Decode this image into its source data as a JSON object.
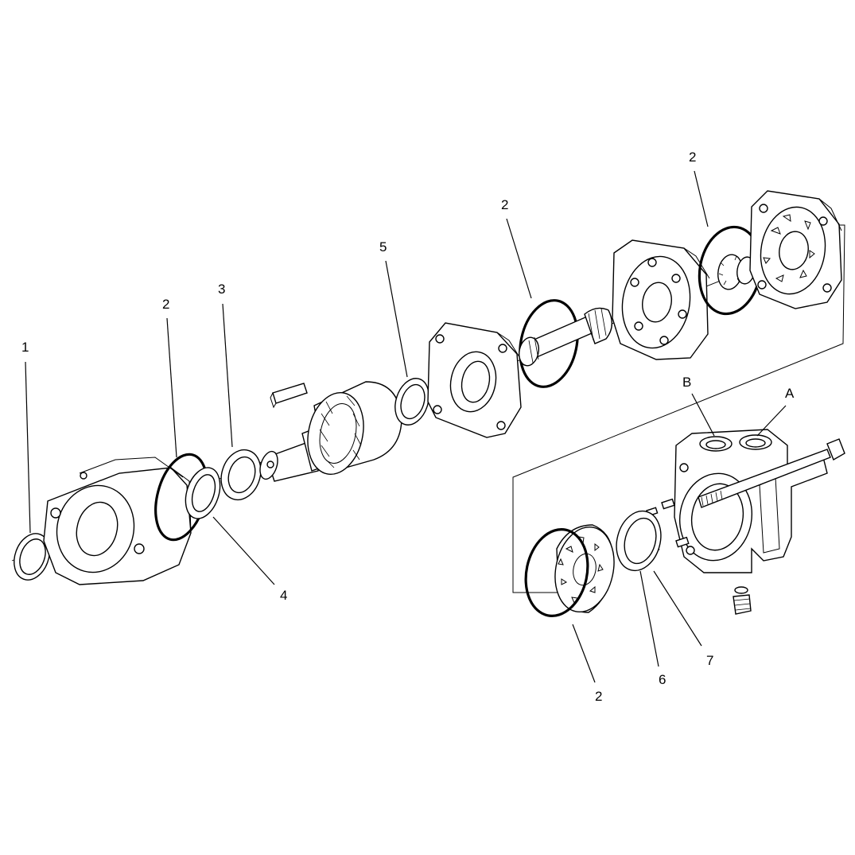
{
  "callouts": {
    "c1": "1",
    "c2_shaft_seal": "2",
    "c3": "3",
    "c4": "4",
    "c5": "5",
    "c2_drive": "2",
    "c2_end": "2",
    "cB": "B",
    "cA": "A",
    "c2_lower": "2",
    "c6": "6",
    "c7": "7"
  }
}
